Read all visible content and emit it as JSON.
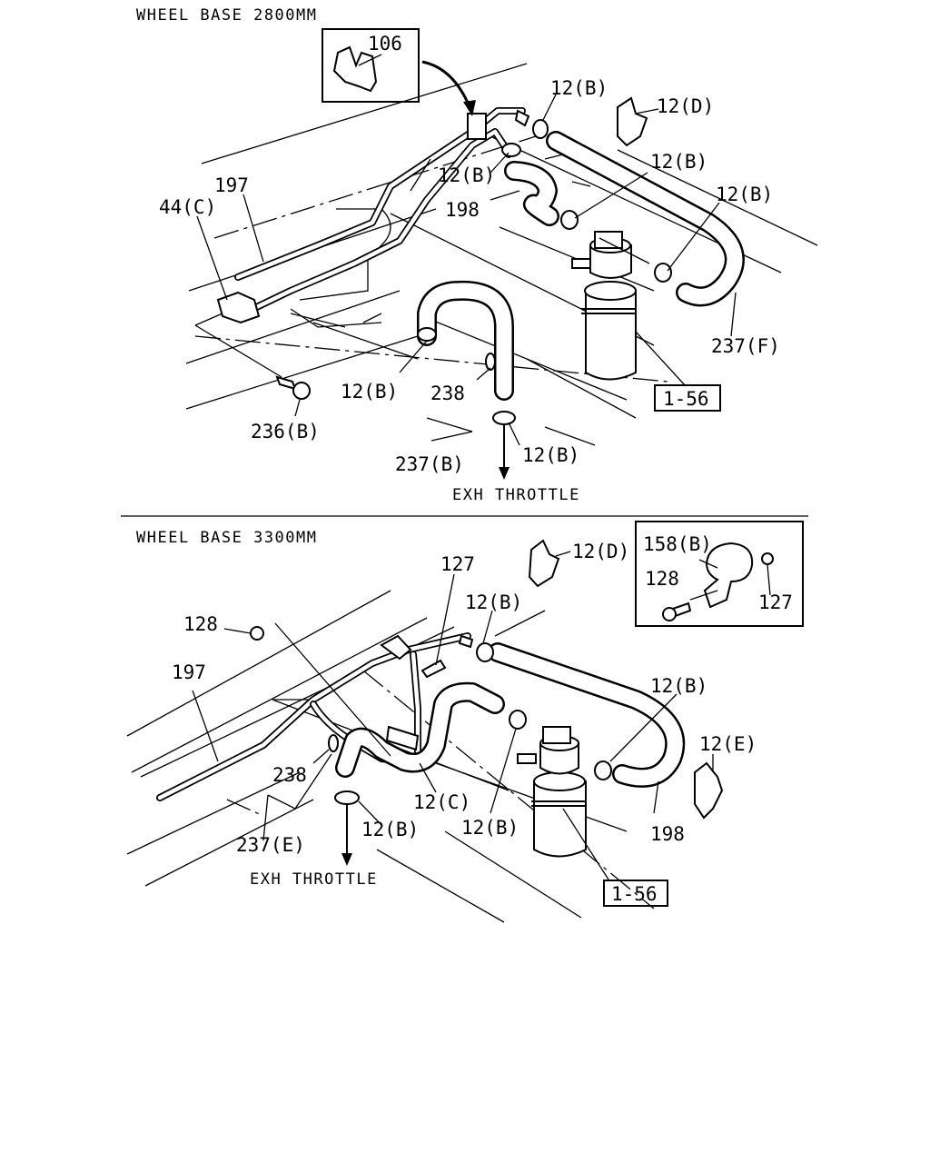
{
  "sections": {
    "top": {
      "title": "WHEEL BASE 2800MM",
      "inset_label": "106",
      "labels": {
        "l_197": "197",
        "l_44c": "44(C)",
        "l_12b_a": "12(B)",
        "l_12d": "12(D)",
        "l_12b_b": "12(B)",
        "l_198": "198",
        "l_12b_c": "12(B)",
        "l_12b_d": "12(B)",
        "l_237f": "237(F)",
        "l_12b_e": "12(B)",
        "l_238": "238",
        "l_236b": "236(B)",
        "l_12b_f": "12(B)",
        "l_237b": "237(B)"
      },
      "ref_box": "1-56",
      "exh_throttle": "EXH THROTTLE"
    },
    "bottom": {
      "title": "WHEEL BASE 3300MM",
      "inset_labels": {
        "l_158b": "158(B)",
        "l_128": "128",
        "l_127": "127"
      },
      "labels": {
        "l_127": "127",
        "l_12d": "12(D)",
        "l_12b_a": "12(B)",
        "l_128": "128",
        "l_197": "197",
        "l_12b_b": "12(B)",
        "l_12e": "12(E)",
        "l_238": "238",
        "l_12c": "12(C)",
        "l_12b_c": "12(B)",
        "l_198": "198",
        "l_12b_d": "12(B)",
        "l_237e": "237(E)"
      },
      "ref_box": "1-56",
      "exh_throttle": "EXH THROTTLE"
    }
  }
}
